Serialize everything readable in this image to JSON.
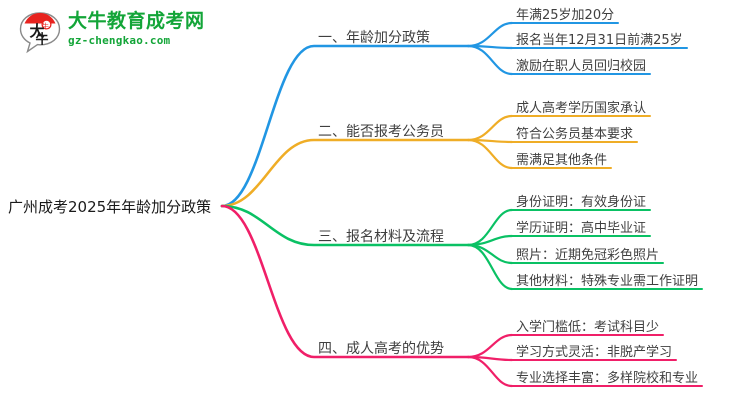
{
  "logo": {
    "mark_text": "大牛",
    "title": "大牛教育成考网",
    "subtitle": "gz-chengkao.com",
    "brand_color": "#13a538",
    "mark_accent_color": "#e8231f"
  },
  "mindmap": {
    "root": {
      "label": "广州成考2025年年龄加分政策"
    },
    "branches": [
      {
        "label": "一、年龄加分政策",
        "color": "#2196e3",
        "leaves": [
          {
            "label": "年满25岁加20分"
          },
          {
            "label": "报名当年12月31日前满25岁"
          },
          {
            "label": "激励在职人员回归校园"
          }
        ]
      },
      {
        "label": "二、能否报考公务员",
        "color": "#efad26",
        "leaves": [
          {
            "label": "成人高考学历国家承认"
          },
          {
            "label": "符合公务员基本要求"
          },
          {
            "label": "需满足其他条件"
          }
        ]
      },
      {
        "label": "三、报名材料及流程",
        "color": "#0ac164",
        "leaves": [
          {
            "label": "身份证明：有效身份证"
          },
          {
            "label": "学历证明：高中毕业证"
          },
          {
            "label": "照片：近期免冠彩色照片"
          },
          {
            "label": "其他材料：特殊专业需工作证明"
          }
        ]
      },
      {
        "label": "四、成人高考的优势",
        "color": "#f01f68",
        "leaves": [
          {
            "label": "入学门槛低：考试科目少"
          },
          {
            "label": "学习方式灵活：非脱产学习"
          },
          {
            "label": "专业选择丰富：多样院校和专业"
          }
        ]
      }
    ]
  }
}
